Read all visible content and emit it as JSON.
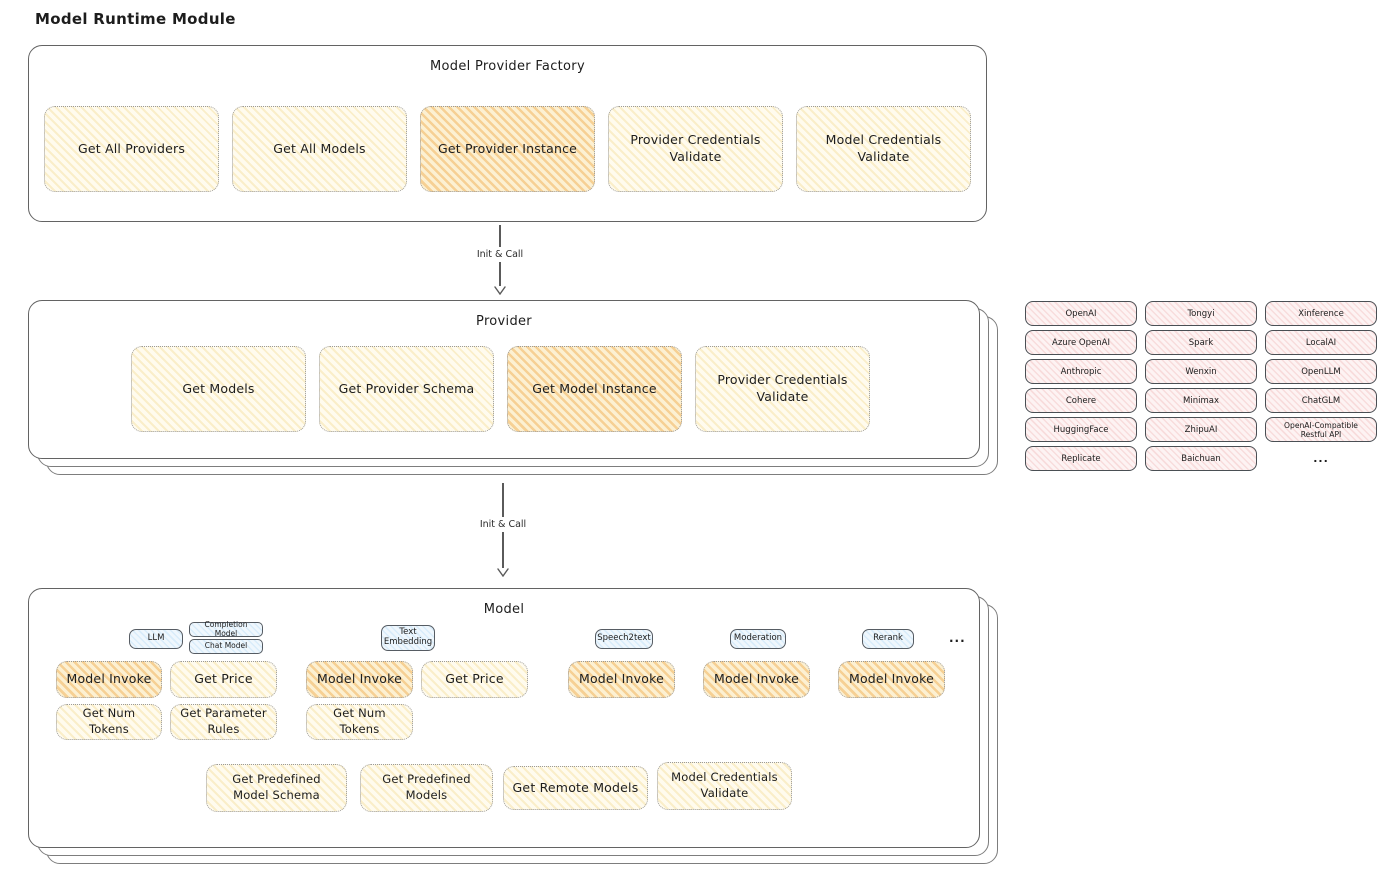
{
  "title": "Model Runtime Module",
  "colors": {
    "node_yellow": "#fdf6de",
    "node_highlight": "#f6d094",
    "tag_blue": "#e2f0fb",
    "provider_pink": "#fbe9e9",
    "card_border": "#636363"
  },
  "arrows": [
    {
      "label": "Init & Call"
    },
    {
      "label": "Init & Call"
    }
  ],
  "factory": {
    "title": "Model Provider Factory",
    "buttons": [
      {
        "label": "Get All Providers",
        "highlighted": false
      },
      {
        "label": "Get All Models",
        "highlighted": false
      },
      {
        "label": "Get Provider Instance",
        "highlighted": true
      },
      {
        "label": "Provider Credentials Validate",
        "highlighted": false
      },
      {
        "label": "Model Credentials Validate",
        "highlighted": false
      }
    ]
  },
  "provider": {
    "title": "Provider",
    "buttons": [
      {
        "label": "Get Models",
        "highlighted": false
      },
      {
        "label": "Get Provider Schema",
        "highlighted": false
      },
      {
        "label": "Get Model Instance",
        "highlighted": true
      },
      {
        "label": "Provider Credentials Validate",
        "highlighted": false
      }
    ]
  },
  "provider_list": {
    "columns": [
      [
        "OpenAI",
        "Azure OpenAI",
        "Anthropic",
        "Cohere",
        "HuggingFace",
        "Replicate"
      ],
      [
        "Tongyi",
        "Spark",
        "Wenxin",
        "Minimax",
        "ZhipuAI",
        "Baichuan"
      ],
      [
        "Xinference",
        "LocalAI",
        "OpenLLM",
        "ChatGLM",
        "OpenAI-Compatible Restful API"
      ]
    ],
    "more": "..."
  },
  "model": {
    "title": "Model",
    "types": {
      "llm": {
        "tag": "LLM",
        "subtags": [
          "Completion Model",
          "Chat Model"
        ],
        "buttons": [
          {
            "label": "Model Invoke",
            "highlighted": true
          },
          {
            "label": "Get Price",
            "highlighted": false
          },
          {
            "label": "Get Num Tokens",
            "highlighted": false
          },
          {
            "label": "Get Parameter Rules",
            "highlighted": false
          }
        ]
      },
      "text_embedding": {
        "tag": "Text Embedding",
        "buttons": [
          {
            "label": "Model Invoke",
            "highlighted": true
          },
          {
            "label": "Get Price",
            "highlighted": false
          },
          {
            "label": "Get Num Tokens",
            "highlighted": false
          }
        ]
      },
      "speech2text": {
        "tag": "Speech2text",
        "buttons": [
          {
            "label": "Model Invoke",
            "highlighted": true
          }
        ]
      },
      "moderation": {
        "tag": "Moderation",
        "buttons": [
          {
            "label": "Model Invoke",
            "highlighted": true
          }
        ]
      },
      "rerank": {
        "tag": "Rerank",
        "buttons": [
          {
            "label": "Model Invoke",
            "highlighted": true
          }
        ]
      }
    },
    "more": "...",
    "shared_buttons": [
      {
        "label": "Get Predefined Model Schema"
      },
      {
        "label": "Get Predefined Models"
      },
      {
        "label": "Get Remote Models"
      },
      {
        "label": "Model Credentials Validate"
      }
    ]
  }
}
